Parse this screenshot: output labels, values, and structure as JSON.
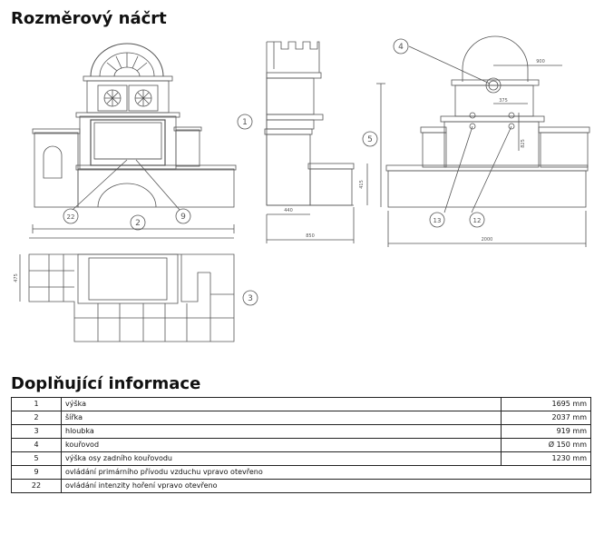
{
  "headings": {
    "sketch": "Rozměrový náčrt",
    "info": "Doplňující informace"
  },
  "callouts": {
    "c1": "1",
    "c2": "2",
    "c3": "3",
    "c4": "4",
    "c5": "5",
    "c9": "9",
    "c12": "12",
    "c13": "13",
    "c22": "22"
  },
  "dimensions": {
    "d440": "440",
    "d850": "850",
    "d2000": "2000",
    "d900": "900",
    "d375": "375",
    "d825": "825",
    "d415": "415",
    "d475": "475"
  },
  "info_rows": [
    {
      "no": "1",
      "label": "výška",
      "value": "1695 mm"
    },
    {
      "no": "2",
      "label": "šířka",
      "value": "2037 mm"
    },
    {
      "no": "3",
      "label": "hloubka",
      "value": "919 mm"
    },
    {
      "no": "4",
      "label": "kouřovod",
      "value": "Ø 150 mm"
    },
    {
      "no": "5",
      "label": "výška osy zadního kouřovodu",
      "value": "1230 mm"
    },
    {
      "no": "9",
      "label": "ovládání primárního přívodu vzduchu   vpravo otevřeno",
      "value": ""
    },
    {
      "no": "22",
      "label": "ovládání intenzity hoření   vpravo otevřeno",
      "value": ""
    }
  ]
}
